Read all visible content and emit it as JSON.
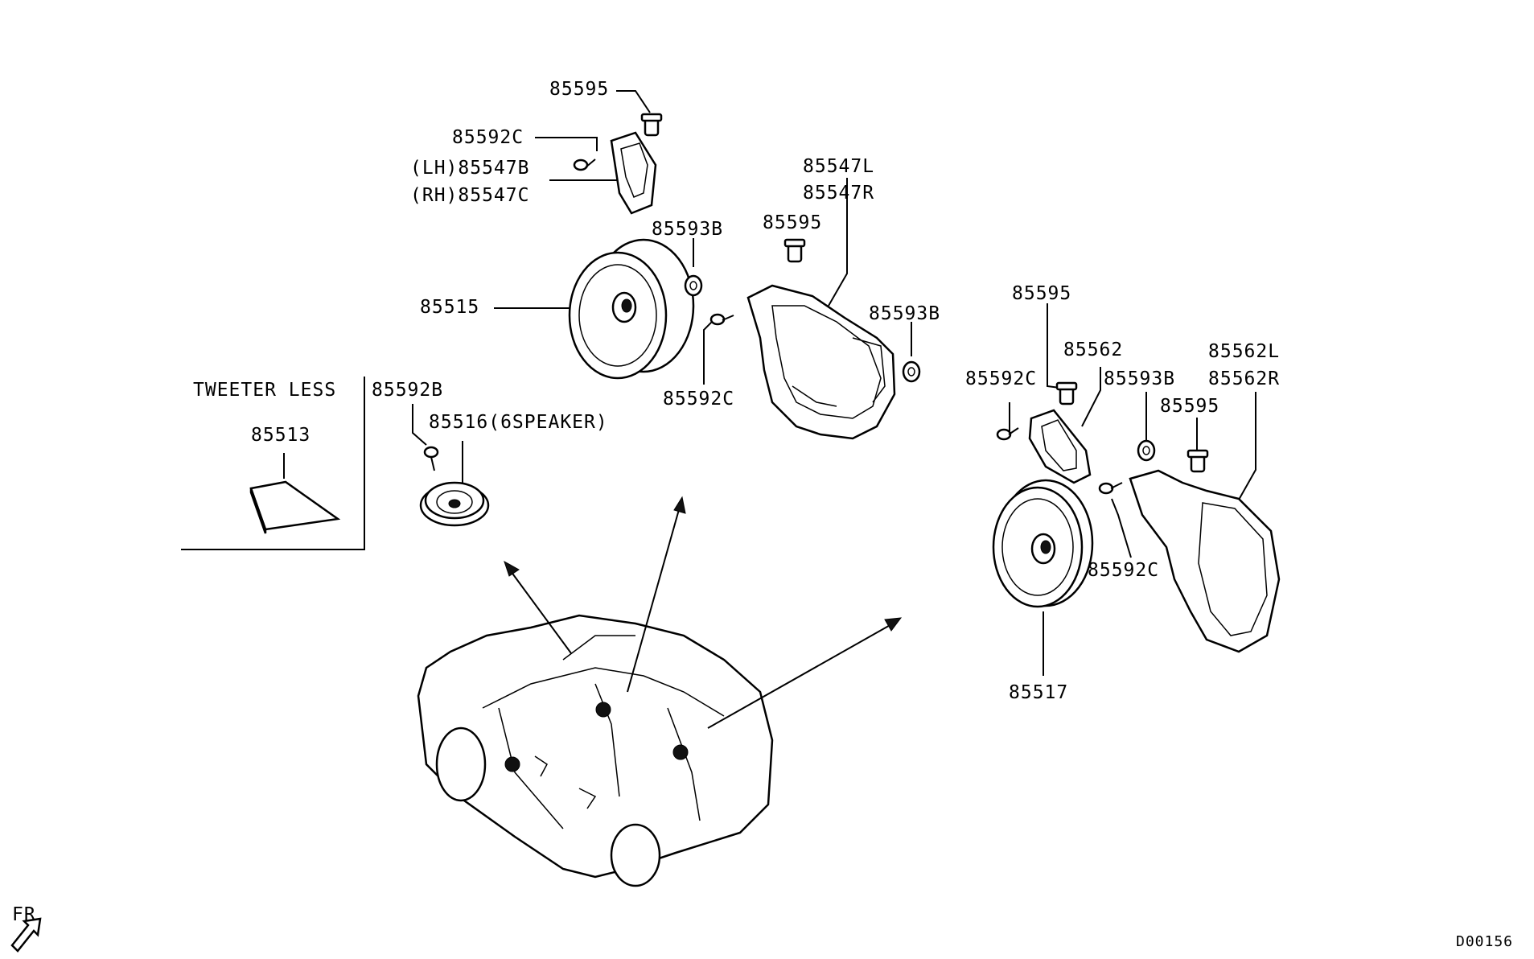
{
  "labels": {
    "p85595_top": "85595",
    "p85592c_top": "85592C",
    "p85547b": "(LH)85547B",
    "p85547c": "(RH)85547C",
    "p85547l": "85547L",
    "p85547r": "85547R",
    "p85593b_left": "85593B",
    "p85595_mid": "85595",
    "p85515": "85515",
    "p85593b_mid": "85593B",
    "p85592c_mid": "85592C",
    "tweeter_less": "TWEETER LESS",
    "p85513": "85513",
    "p85592b": "85592B",
    "p85516": "85516(6SPEAKER)",
    "p85595_right": "85595",
    "p85562": "85562",
    "p85562l": "85562L",
    "p85562r": "85562R",
    "p85592c_right": "85592C",
    "p85593b_right": "85593B",
    "p85595_right2": "85595",
    "p85592c_right2": "85592C",
    "p85517": "85517",
    "fr": "FR",
    "diagram_id": "D00156"
  }
}
